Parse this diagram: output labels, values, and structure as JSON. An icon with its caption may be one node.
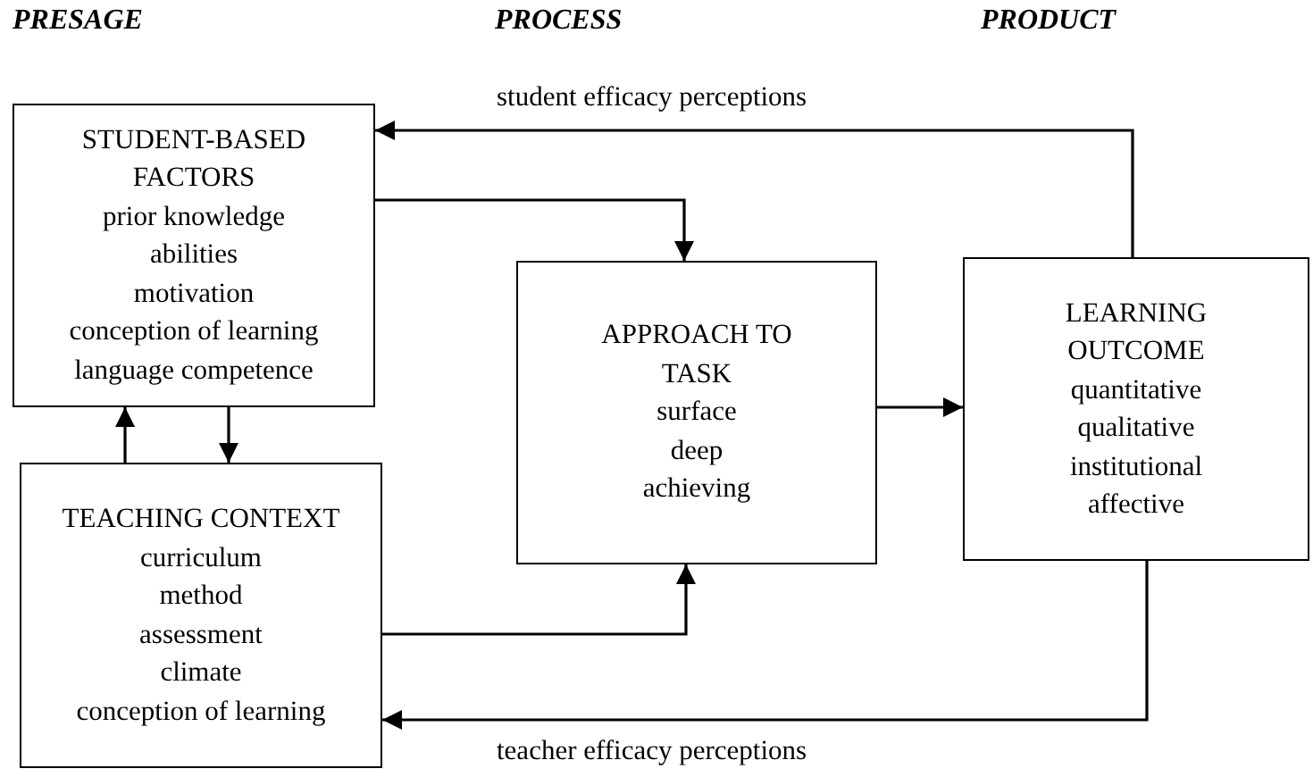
{
  "diagram": {
    "nodes": [
      {
        "text": [
          "STUDENT-BASED FACTORS",
          "prior knowledge",
          "abilities",
          "motivation",
          "conception of learning",
          "language competence"
        ]
      },
      {
        "text": [
          "TEACHING CONTEXT",
          "curriculum",
          "method",
          "assessment",
          "climate",
          "conception of learning"
        ]
      },
      {
        "text": [
          "APPROACH TO TASK",
          "surface",
          "deep",
          "achieving"
        ]
      },
      {
        "text": [
          "LEARNING OUTCOME",
          "quantitative",
          "qualitative",
          "institutional",
          "affective"
        ]
      }
    ],
    "edges": [
      {
        "from": 0,
        "to": 2,
        "arrow": "to"
      },
      {
        "from": 1,
        "to": 2,
        "arrow": "to"
      },
      {
        "from": 2,
        "to": 3,
        "arrow": "to"
      },
      {
        "from": 3,
        "to": 0,
        "arrow": "to",
        "label": "student efficacy perceptions"
      },
      {
        "from": 3,
        "to": 1,
        "arrow": "to",
        "label": "teacher efficacy perceptions"
      },
      {
        "from": 1,
        "to": 0,
        "arrow": "to"
      },
      {
        "from": 0,
        "to": 1,
        "arrow": "to"
      }
    ],
    "labels": [
      "PRESAGE",
      "PROCESS",
      "PRODUCT"
    ]
  }
}
